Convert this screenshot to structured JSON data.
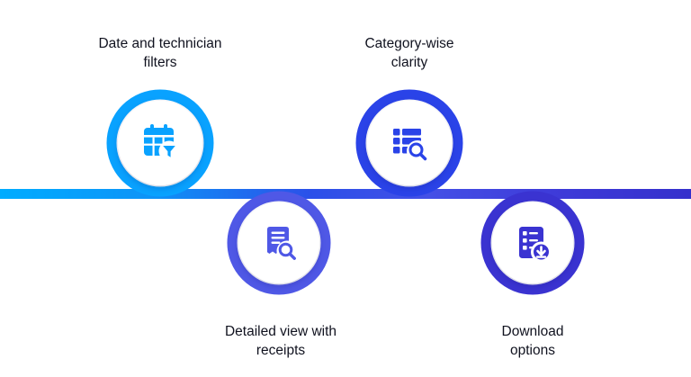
{
  "diagram": {
    "background_color": "#ffffff",
    "text_color": "#10121f",
    "line_gradient": [
      "#00ACFF",
      "#0E93F7",
      "#2B50E9",
      "#4450E6",
      "#3E3BD9",
      "#3530CC"
    ],
    "steps": [
      {
        "label": [
          "Date and technician",
          "filters"
        ],
        "icon": "calendar-filter-icon",
        "color": "#09A2FF",
        "loop_side": "top"
      },
      {
        "label": [
          "Category-wise",
          "clarity"
        ],
        "icon": "table-search-icon",
        "color": "#2A43E8",
        "loop_side": "top"
      },
      {
        "label": [
          "Detailed view with",
          "receipts"
        ],
        "icon": "receipt-search-icon",
        "color": "#4F58E6",
        "loop_side": "bottom"
      },
      {
        "label": [
          "Download",
          "options"
        ],
        "icon": "download-checklist-icon",
        "color": "#3A33D1",
        "loop_side": "bottom"
      }
    ]
  }
}
